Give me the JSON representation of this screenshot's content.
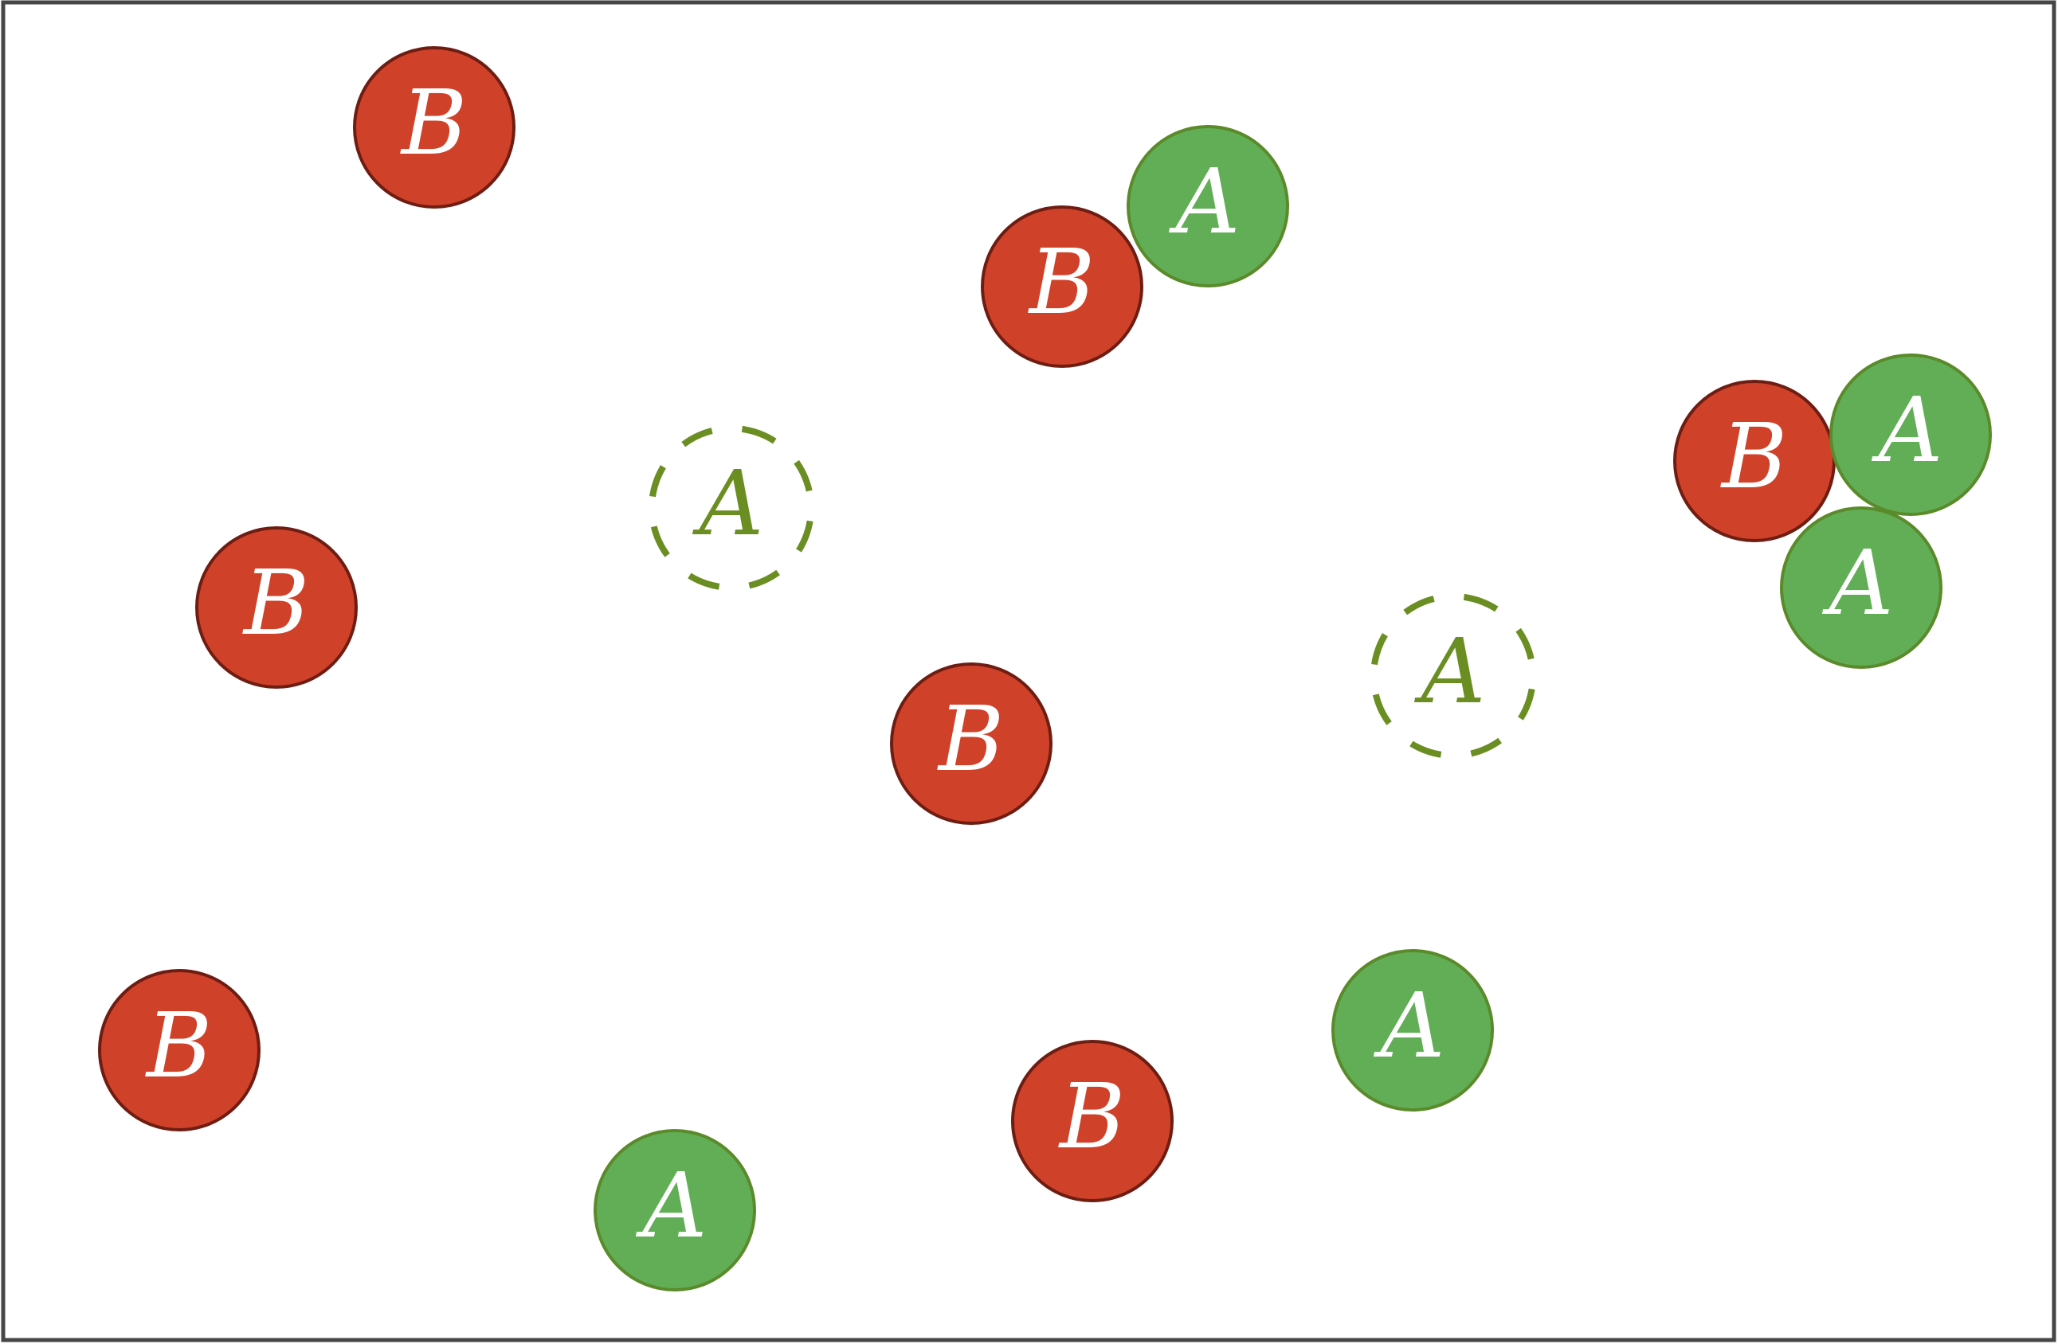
{
  "colors": {
    "frame": "#464646",
    "a_fill": "#62ae57",
    "a_stroke": "#5a8a2a",
    "a_text": "#ffffff",
    "ghost_stroke": "#6b8e23",
    "ghost_text": "#6b8e23",
    "b_fill": "#d0412a",
    "b_stroke": "#6e1d12",
    "b_text": "#ffffff"
  },
  "tokens": [
    {
      "kind": "B",
      "label": "B",
      "style": "solid"
    },
    {
      "kind": "A",
      "label": "A",
      "style": "solid"
    },
    {
      "kind": "B",
      "label": "B",
      "style": "solid"
    },
    {
      "kind": "A",
      "label": "A",
      "style": "dashed"
    },
    {
      "kind": "B",
      "label": "B",
      "style": "solid"
    },
    {
      "kind": "B",
      "label": "B",
      "style": "solid"
    },
    {
      "kind": "A",
      "label": "A",
      "style": "solid"
    },
    {
      "kind": "A",
      "label": "A",
      "style": "solid"
    },
    {
      "kind": "A",
      "label": "A",
      "style": "dashed"
    },
    {
      "kind": "B",
      "label": "B",
      "style": "solid"
    },
    {
      "kind": "B",
      "label": "B",
      "style": "solid"
    },
    {
      "kind": "A",
      "label": "A",
      "style": "solid"
    },
    {
      "kind": "B",
      "label": "B",
      "style": "solid"
    },
    {
      "kind": "A",
      "label": "A",
      "style": "solid"
    }
  ]
}
